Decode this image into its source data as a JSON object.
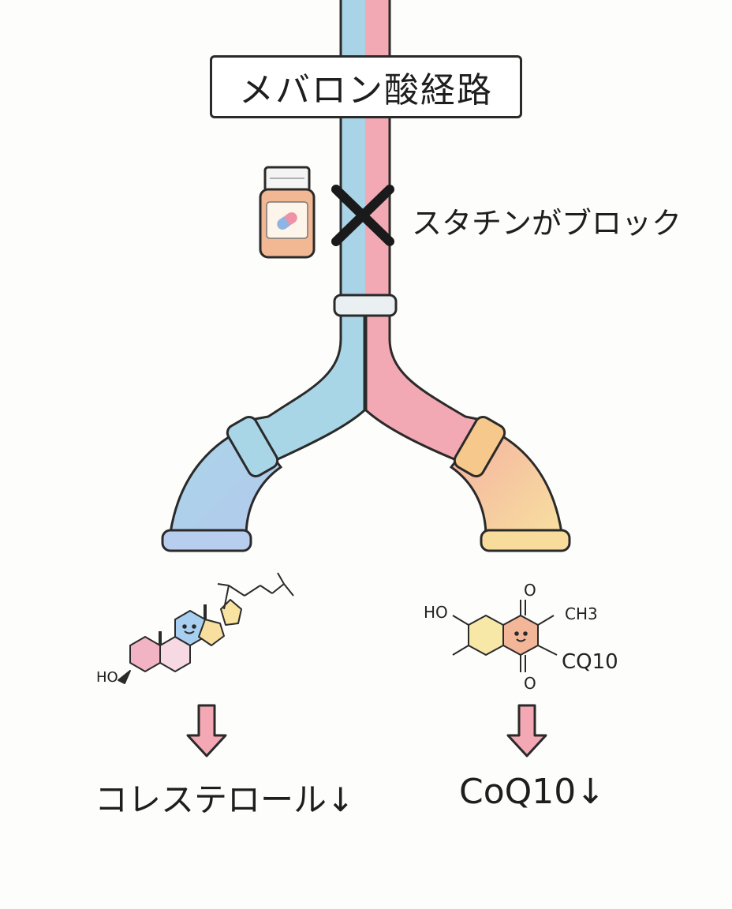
{
  "title": "メバロン酸経路",
  "block_label": "スタチンがブロック",
  "left_result": "コレステロール↓",
  "right_result": "CoQ10↓",
  "chem_labels": {
    "ho_left": "HO",
    "ho_right": "HO",
    "ch3": "CH3",
    "cq10": "CQ10",
    "o_top": "O",
    "o_bottom": "O"
  },
  "colors": {
    "blue_pipe": "#a9d3e6",
    "pink_pipe": "#f2a9b4",
    "yellow_pipe": "#f8dc92",
    "left_bend": "#b5cdee",
    "arrow_pink": "#f4a8b4",
    "outline": "#2a2a2a"
  }
}
